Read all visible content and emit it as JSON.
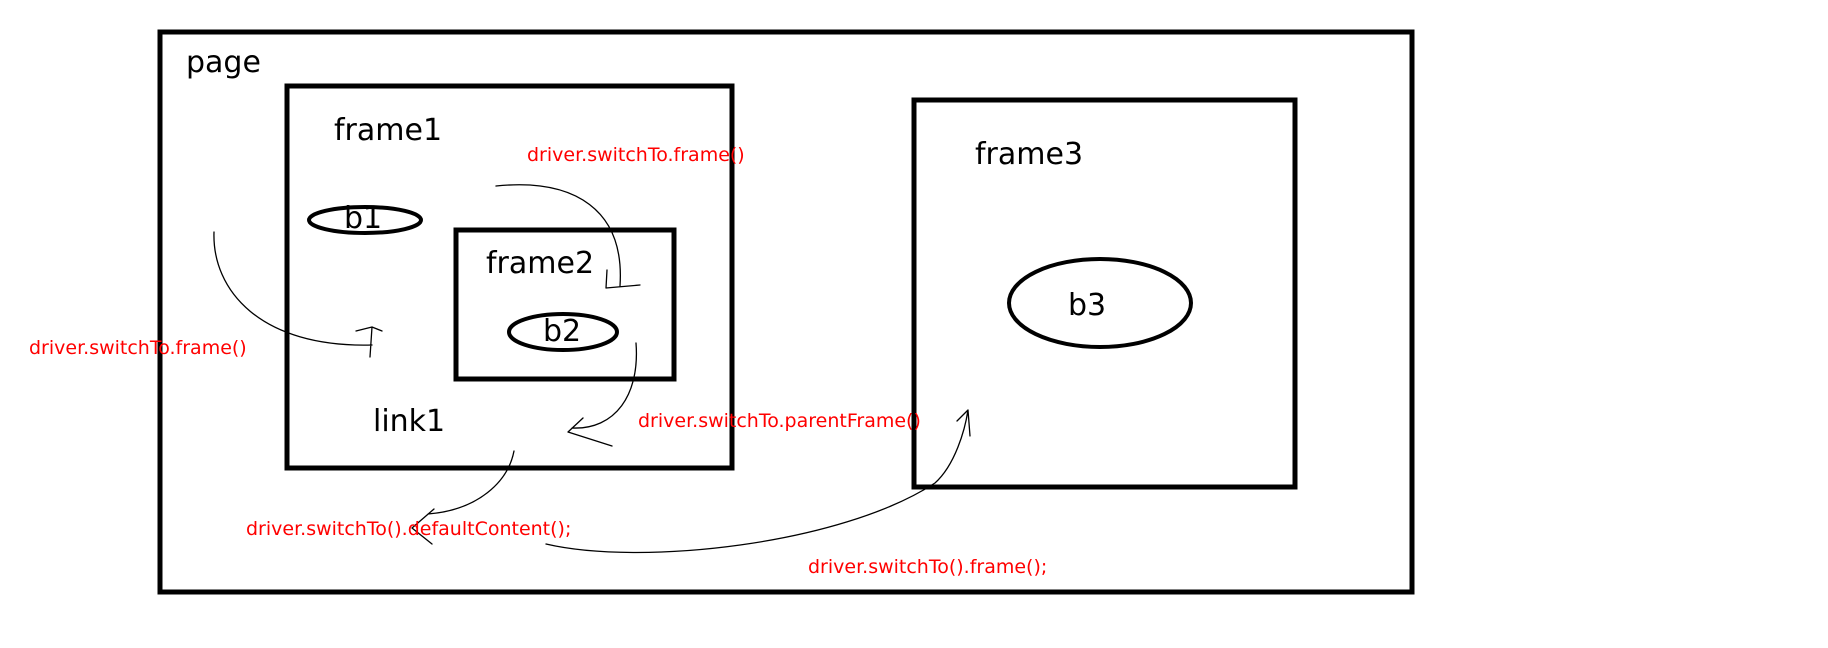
{
  "colors": {
    "ink": "#000000",
    "annotation": "#ff0000",
    "background": "#ffffff"
  },
  "labels": {
    "page": "page",
    "frame1": "frame1",
    "frame2": "frame2",
    "frame3": "frame3",
    "b1": "b1",
    "b2": "b2",
    "b3": "b3",
    "link1": "link1"
  },
  "annotations": {
    "enter_frame1": "driver.switchTo.frame()",
    "enter_frame2": "driver.switchTo.frame()",
    "to_parent": "driver.switchTo.parentFrame()",
    "to_default": "driver.switchTo().defaultContent();",
    "to_frame3": "driver.switchTo().frame();"
  }
}
